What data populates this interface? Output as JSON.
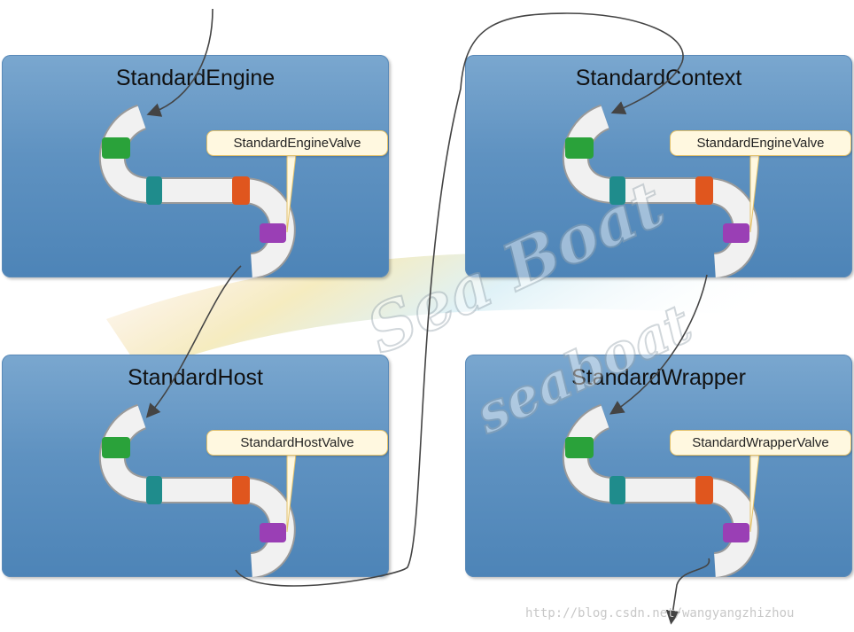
{
  "panels": [
    {
      "title": "StandardEngine",
      "valve": "StandardEngineValve"
    },
    {
      "title": "StandardContext",
      "valve": "StandardEngineValve"
    },
    {
      "title": "StandardHost",
      "valve": "StandardHostValve"
    },
    {
      "title": "StandardWrapper",
      "valve": "StandardWrapperValve"
    }
  ],
  "watermark": {
    "text1": "Sea Boat",
    "text2": "seaboat",
    "url": "http://blog.csdn.net/wangyangzhizhou"
  },
  "colors": {
    "panel": "#5f92c1",
    "pipe": "#f2f2f2",
    "band_green": "#2aa23a",
    "band_teal": "#1f8c8c",
    "band_orange": "#e0561e",
    "band_purple": "#9a3fb5",
    "label_bg": "#fff8e0"
  }
}
